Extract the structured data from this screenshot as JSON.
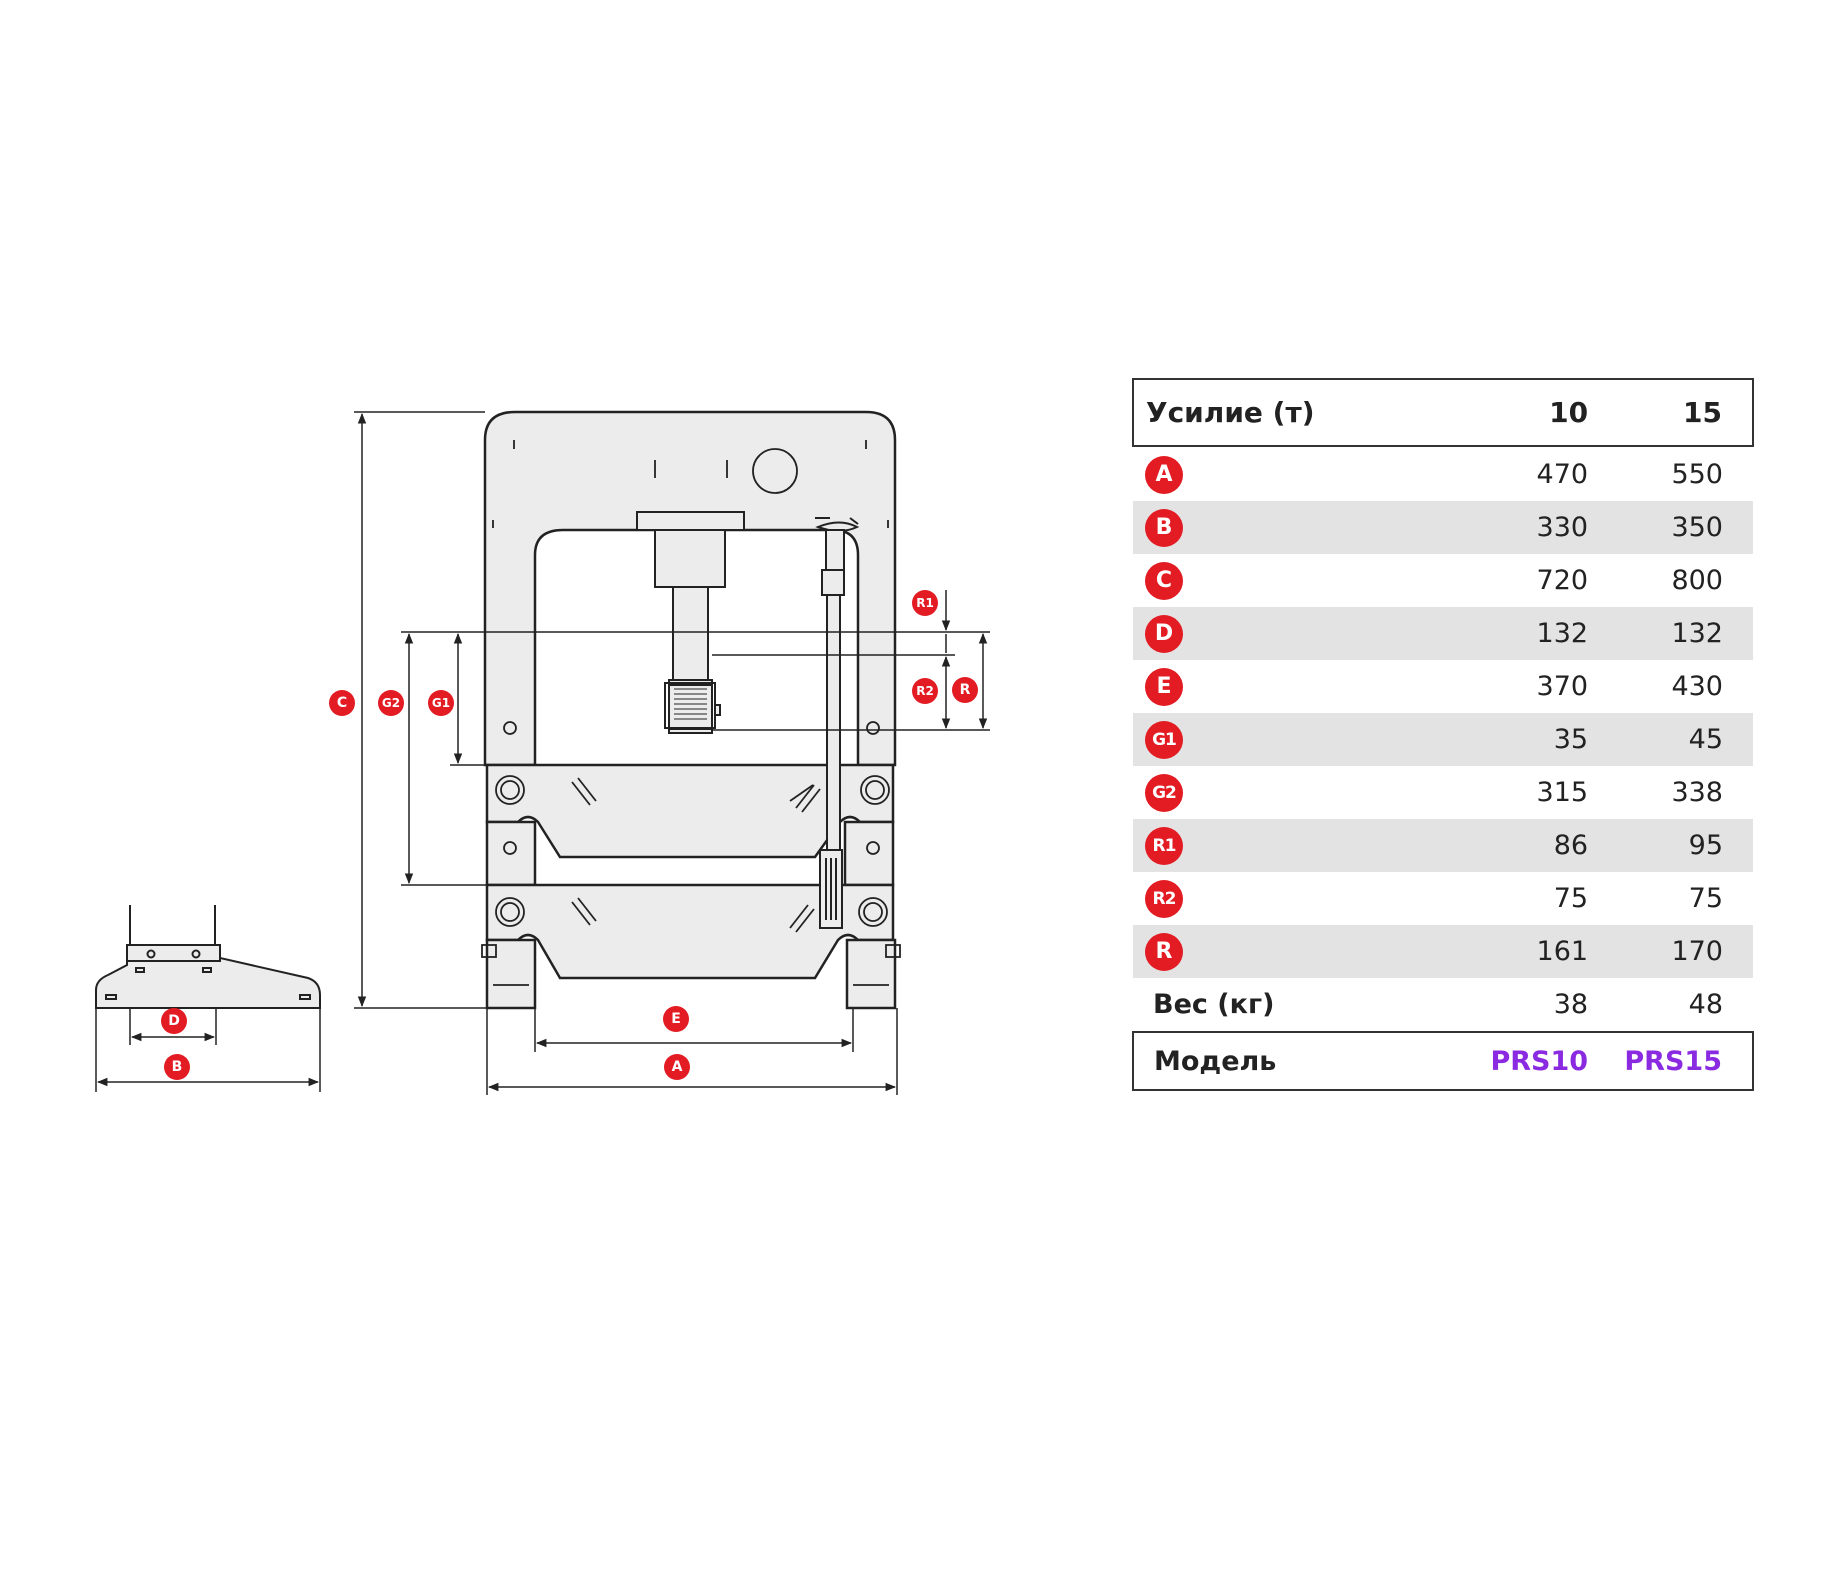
{
  "labels": {
    "A": "A",
    "B": "B",
    "C": "C",
    "D": "D",
    "E": "E",
    "G1": "G1",
    "G2": "G2",
    "R1": "R1",
    "R2": "R2",
    "R": "R"
  },
  "colors": {
    "badge": "#e31b23",
    "model": "#8a2be2",
    "stripe": "#e3e3e3",
    "frame_fill": "#ececec",
    "line": "#222222"
  },
  "table": {
    "header": {
      "label": "Усилие (т)",
      "col1": "10",
      "col2": "15"
    },
    "rows": [
      {
        "label": "A",
        "v1": "470",
        "v2": "550"
      },
      {
        "label": "B",
        "v1": "330",
        "v2": "350"
      },
      {
        "label": "C",
        "v1": "720",
        "v2": "800"
      },
      {
        "label": "D",
        "v1": "132",
        "v2": "132"
      },
      {
        "label": "E",
        "v1": "370",
        "v2": "430"
      },
      {
        "label": "G1",
        "v1": "35",
        "v2": "45"
      },
      {
        "label": "G2",
        "v1": "315",
        "v2": "338"
      },
      {
        "label": "R1",
        "v1": "86",
        "v2": "95"
      },
      {
        "label": "R2",
        "v1": "75",
        "v2": "75"
      },
      {
        "label": "R",
        "v1": "161",
        "v2": "170"
      }
    ],
    "weight": {
      "label": "Вес (кг)",
      "v1": "38",
      "v2": "48"
    },
    "model": {
      "label": "Модель",
      "v1": "PRS10",
      "v2": "PRS15"
    }
  }
}
